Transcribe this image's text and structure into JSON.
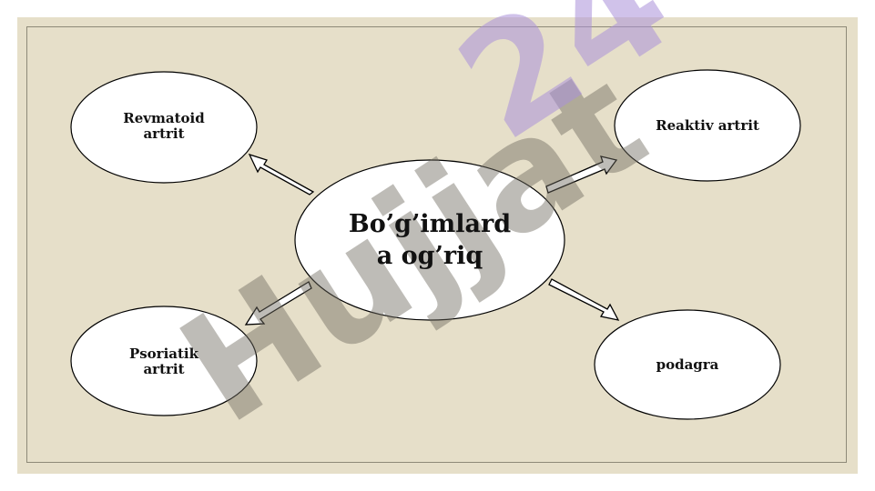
{
  "diagram": {
    "center": {
      "text_line1": "Bo’g’imlard",
      "text_line2": "a og’riq"
    },
    "nodes": {
      "revmatoid": {
        "line1": "Revmatoid",
        "line2": "artrit"
      },
      "reaktiv": {
        "line1": "Reaktiv artrit"
      },
      "psoriatik": {
        "line1": "Psoriatik",
        "line2": "artrit"
      },
      "podagra": {
        "line1": "podagra"
      }
    }
  },
  "watermark": {
    "text": "Hujjat24"
  },
  "colors": {
    "background": "#e6dfc9",
    "node_fill": "#ffffff",
    "stroke": "#000000",
    "watermark_gray": "#6f6a60",
    "watermark_purple": "#a98fd8"
  }
}
